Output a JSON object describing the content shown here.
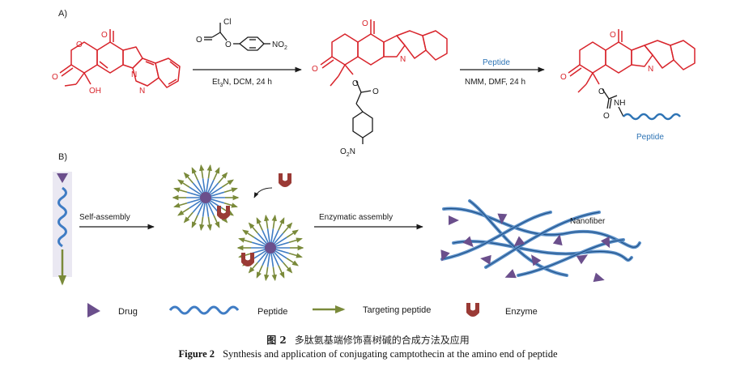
{
  "panel_a": {
    "label": "A)",
    "reagent1": {
      "cl": "Cl",
      "no2": "NO",
      "no2_sub": "2"
    },
    "conditions1": {
      "a": "Et",
      "a_sub": "3",
      "b": "N, DCM, 24 h"
    },
    "oh": "OH",
    "n_atom": "N",
    "o_atom": "O",
    "intermediate_no2": {
      "a": "O",
      "a_sub": "2",
      "b": "N"
    },
    "arrow2_top": "Peptide",
    "conditions2": "NMM, DMF, 24 h",
    "nh": "NH",
    "product_peptide": "Peptide",
    "colors": {
      "camptothecin": "#d8242b",
      "peptide": "#2e74b5",
      "black": "#1a1a1a"
    }
  },
  "panel_b": {
    "label": "B)",
    "arrow1": "Self-assembly",
    "arrow2": "Enzymatic assembly",
    "nanofiber": "Nanofiber",
    "legend": {
      "drug": "Drug",
      "peptide": "Peptide",
      "targeting": "Targeting peptide",
      "enzyme": "Enzyme"
    },
    "colors": {
      "drug": "#6b4f8c",
      "peptide": "#3f7cc4",
      "targeting": "#7a8a3a",
      "enzyme": "#9a3a35",
      "fiber": "#5a8fc8"
    }
  },
  "caption": {
    "zh_label": "图 2",
    "zh_text": "多肽氨基端修饰喜树碱的合成方法及应用",
    "en_label": "Figure 2",
    "en_text": "Synthesis and application of conjugating camptothecin at the amino end of peptide"
  }
}
